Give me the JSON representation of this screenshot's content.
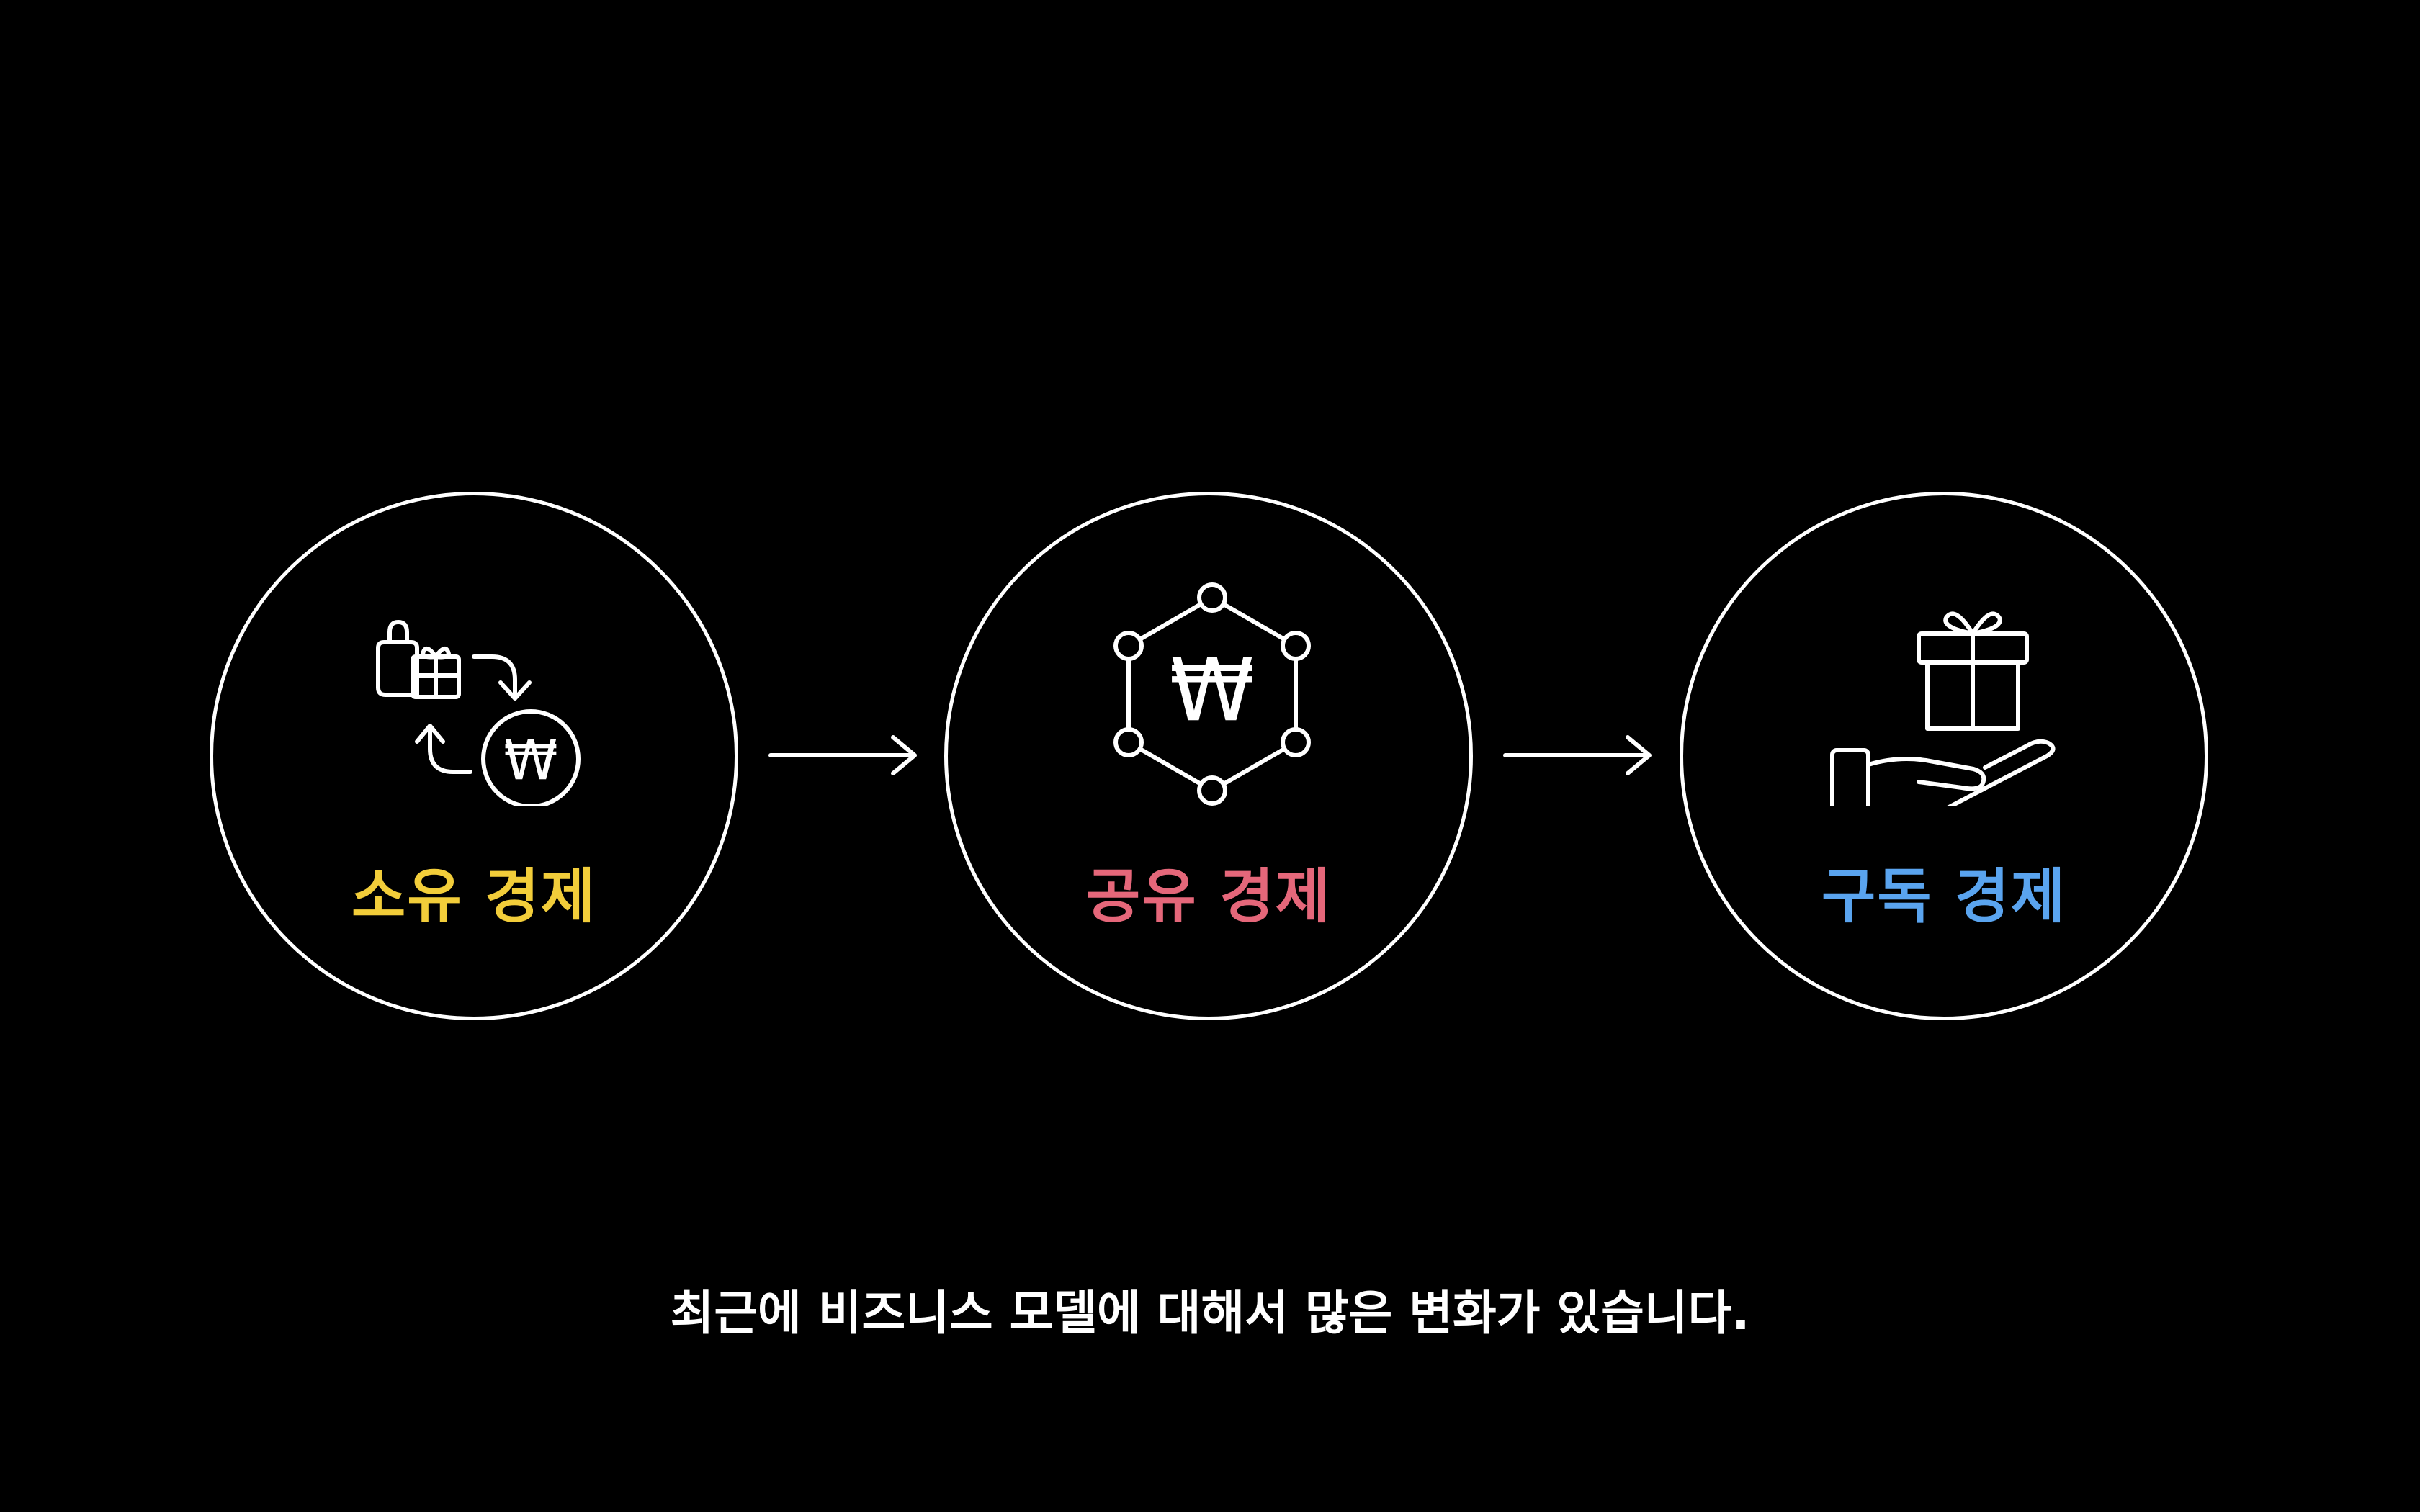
{
  "nodes": [
    {
      "label": "소유 경제",
      "color": "#f2cd3a",
      "icon": "shopping-bag-exchange-icon"
    },
    {
      "label": "공유 경제",
      "color": "#e5677a",
      "icon": "hexagon-network-won-icon"
    },
    {
      "label": "구독 경제",
      "color": "#5aa4ef",
      "icon": "gift-on-hand-icon"
    }
  ],
  "connector_color": "#ffffff",
  "currency_symbol": "₩",
  "caption": "최근에 비즈니스 모델에 대해서 많은 변화가 있습니다."
}
